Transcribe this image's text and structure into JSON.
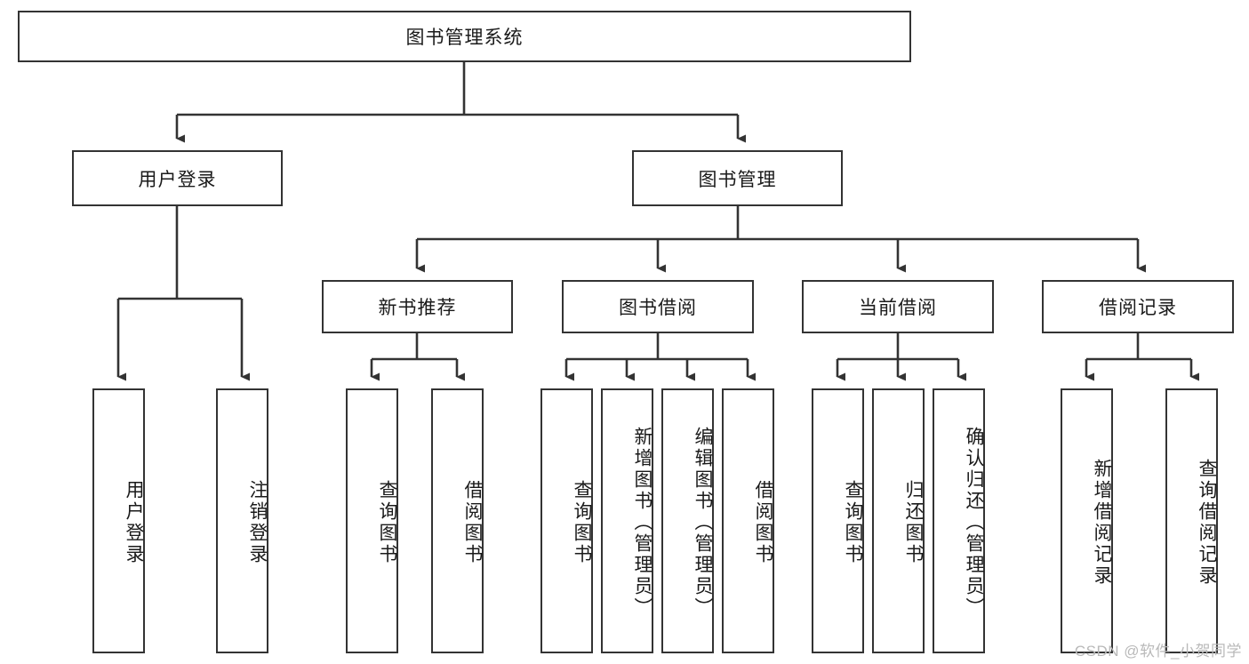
{
  "diagram": {
    "title": "图书管理系统",
    "type": "tree-hierarchy",
    "watermark": "CSDN @软件_小贺同学",
    "stroke_color": "#333333",
    "text_color": "#1a1a1a",
    "background_color": "#ffffff"
  },
  "root": {
    "label": "图书管理系统"
  },
  "level2": [
    {
      "label": "用户登录"
    },
    {
      "label": "图书管理"
    }
  ],
  "level3": [
    {
      "label": "新书推荐"
    },
    {
      "label": "图书借阅"
    },
    {
      "label": "当前借阅"
    },
    {
      "label": "借阅记录"
    }
  ],
  "leaves": {
    "user_login": [
      {
        "label": "用户登录"
      },
      {
        "label": "注销登录"
      }
    ],
    "new_book_recommend": [
      {
        "label": "查询图书"
      },
      {
        "label": "借阅图书"
      }
    ],
    "book_borrow": [
      {
        "label": "查询图书"
      },
      {
        "label": "新增图书（管理员）"
      },
      {
        "label": "编辑图书（管理员）"
      },
      {
        "label": "借阅图书"
      }
    ],
    "current_borrow": [
      {
        "label": "查询图书"
      },
      {
        "label": "归还图书"
      },
      {
        "label": "确认归还（管理员）"
      }
    ],
    "borrow_records": [
      {
        "label": "新增借阅记录"
      },
      {
        "label": "查询借阅记录"
      }
    ]
  }
}
